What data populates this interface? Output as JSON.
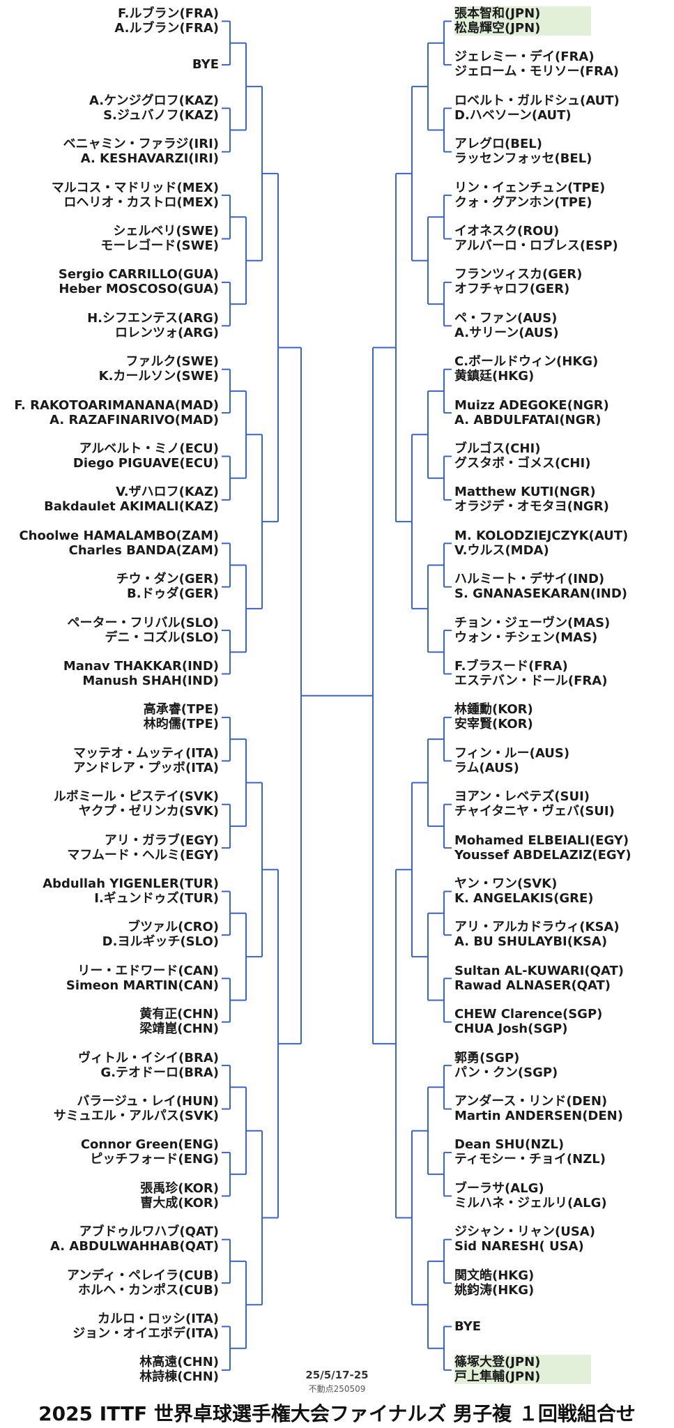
{
  "colors": {
    "bracket_line": "#3a64c4",
    "seed_highlight": "#e2efd9"
  },
  "left_pairs": [
    [
      "F.ルブラン(FRA)",
      "A.ルブラン(FRA)"
    ],
    [
      "BYE"
    ],
    [
      "A.ケンジグロフ(KAZ)",
      "S.ジュバノフ(KAZ)"
    ],
    [
      "ベニャミン・ファラジ(IRI)",
      "A. KESHAVARZI(IRI)"
    ],
    [
      "マルコス・マドリッド(MEX)",
      "ロヘリオ・カストロ(MEX)"
    ],
    [
      "シェルベリ(SWE)",
      "モーレゴード(SWE)"
    ],
    [
      "Sergio CARRILLO(GUA)",
      "Heber MOSCOSO(GUA)"
    ],
    [
      "H.シフエンテス(ARG)",
      "ロレンツォ(ARG)"
    ],
    [
      "ファルク(SWE)",
      "K.カールソン(SWE)"
    ],
    [
      "F. RAKOTOARIMANANA(MAD)",
      "A. RAZAFINARIVO(MAD)"
    ],
    [
      "アルベルト・ミノ(ECU)",
      "Diego PIGUAVE(ECU)"
    ],
    [
      "V.ザハロフ(KAZ)",
      "Bakdaulet AKIMALI(KAZ)"
    ],
    [
      "Choolwe HAMALAMBO(ZAM)",
      "Charles BANDA(ZAM)"
    ],
    [
      "チウ・ダン(GER)",
      "B.ドゥダ(GER)"
    ],
    [
      "ペーター・フリバル(SLO)",
      "デニ・コズル(SLO)"
    ],
    [
      "Manav THAKKAR(IND)",
      "Manush SHAH(IND)"
    ],
    [
      "高承睿(TPE)",
      "林昀儒(TPE)"
    ],
    [
      "マッテオ・ムッティ(ITA)",
      "アンドレア・プッボ(ITA)"
    ],
    [
      "ルボミール・ピステイ(SVK)",
      "ヤクプ・ゼリンカ(SVK)"
    ],
    [
      "アリ・ガラブ(EGY)",
      "マフムード・ヘルミ(EGY)"
    ],
    [
      "Abdullah YIGENLER(TUR)",
      "I.ギュンドゥズ(TUR)"
    ],
    [
      "ブツァル(CRO)",
      "D.ヨルギッチ(SLO)"
    ],
    [
      "リー・エドワード(CAN)",
      "Simeon MARTIN(CAN)"
    ],
    [
      "黄有正(CHN)",
      "梁靖崑(CHN)"
    ],
    [
      "ヴィトル・イシイ(BRA)",
      "G.テオドーロ(BRA)"
    ],
    [
      "バラージュ・レイ(HUN)",
      "サミュエル・アルパス(SVK)"
    ],
    [
      "Connor Green(ENG)",
      "ピッチフォード(ENG)"
    ],
    [
      "張禹珍(KOR)",
      "曺大成(KOR)"
    ],
    [
      "アブドゥルワハブ(QAT)",
      "A. ABDULWAHHAB(QAT)"
    ],
    [
      "アンディ・ペレイラ(CUB)",
      "ホルヘ・カンポス(CUB)"
    ],
    [
      "カルロ・ロッシ(ITA)",
      "ジョン・オイエボデ(ITA)"
    ],
    [
      "林高遠(CHN)",
      "林詩棟(CHN)"
    ]
  ],
  "right_pairs": [
    [
      "張本智和(JPN)",
      "松島輝空(JPN)"
    ],
    [
      "ジェレミー・デイ(FRA)",
      "ジェローム・モリソー(FRA)"
    ],
    [
      "ロベルト・ガルドシュ(AUT)",
      "D.ハベソーン(AUT)"
    ],
    [
      "アレグロ(BEL)",
      "ラッセンフォッセ(BEL)"
    ],
    [
      "リン・イェンチュン(TPE)",
      "クォ・グアンホン(TPE)"
    ],
    [
      "イオネスク(ROU)",
      "アルバーロ・ロブレス(ESP)"
    ],
    [
      "フランツィスカ(GER)",
      "オフチャロフ(GER)"
    ],
    [
      "ペ・ファン(AUS)",
      "A.サリーン(AUS)"
    ],
    [
      "C.ボールドウィン(HKG)",
      "黄鎮廷(HKG)"
    ],
    [
      "Muizz ADEGOKE(NGR)",
      "A. ABDULFATAI(NGR)"
    ],
    [
      "ブルゴス(CHI)",
      "グスタボ・ゴメス(CHI)"
    ],
    [
      "Matthew KUTI(NGR)",
      "オラジデ・オモタヨ(NGR)"
    ],
    [
      "M. KOLODZIEJCZYK(AUT)",
      "V.ウルス(MDA)"
    ],
    [
      "ハルミート・デサイ(IND)",
      "S. GNANASEKARAN(IND)"
    ],
    [
      "チョン・ジェーヴン(MAS)",
      "ウォン・チシェン(MAS)"
    ],
    [
      "F.ブラスード(FRA)",
      "エステバン・ドール(FRA)"
    ],
    [
      "林鍾勳(KOR)",
      "安宰賢(KOR)"
    ],
    [
      "フィン・ルー(AUS)",
      "ラム(AUS)"
    ],
    [
      "ヨアン・レベテズ(SUI)",
      "チャイタニヤ・ヴェバ(SUI)"
    ],
    [
      "Mohamed ELBEIALI(EGY)",
      "Youssef ABDELAZIZ(EGY)"
    ],
    [
      "ヤン・ワン(SVK)",
      "K. ANGELAKIS(GRE)"
    ],
    [
      "アリ・アルカドラウィ(KSA)",
      "A. BU SHULAYBI(KSA)"
    ],
    [
      "Sultan AL-KUWARI(QAT)",
      "Rawad ALNASER(QAT)"
    ],
    [
      "CHEW Clarence(SGP)",
      "CHUA Josh(SGP)"
    ],
    [
      "郭勇(SGP)",
      "パン・クン(SGP)"
    ],
    [
      "アンダース・リンド(DEN)",
      "Martin ANDERSEN(DEN)"
    ],
    [
      "Dean SHU(NZL)",
      "ティモシー・チョイ(NZL)"
    ],
    [
      "ブーラサ(ALG)",
      "ミルハネ・ジェルリ(ALG)"
    ],
    [
      "ジシャン・リャン(USA)",
      "Sid NARESH( USA)"
    ],
    [
      "関文皓(HKG)",
      "姚鈞涛(HKG)"
    ],
    [
      "BYE"
    ],
    [
      "篠塚大登(JPN)",
      "戸上隼輔(JPN)"
    ]
  ],
  "footer": {
    "dates": "25/5/17-25",
    "note": "不動点250509"
  },
  "title": "2025 ITTF 世界卓球選手権大会ファイナルズ 男子複 １回戦組合せ"
}
